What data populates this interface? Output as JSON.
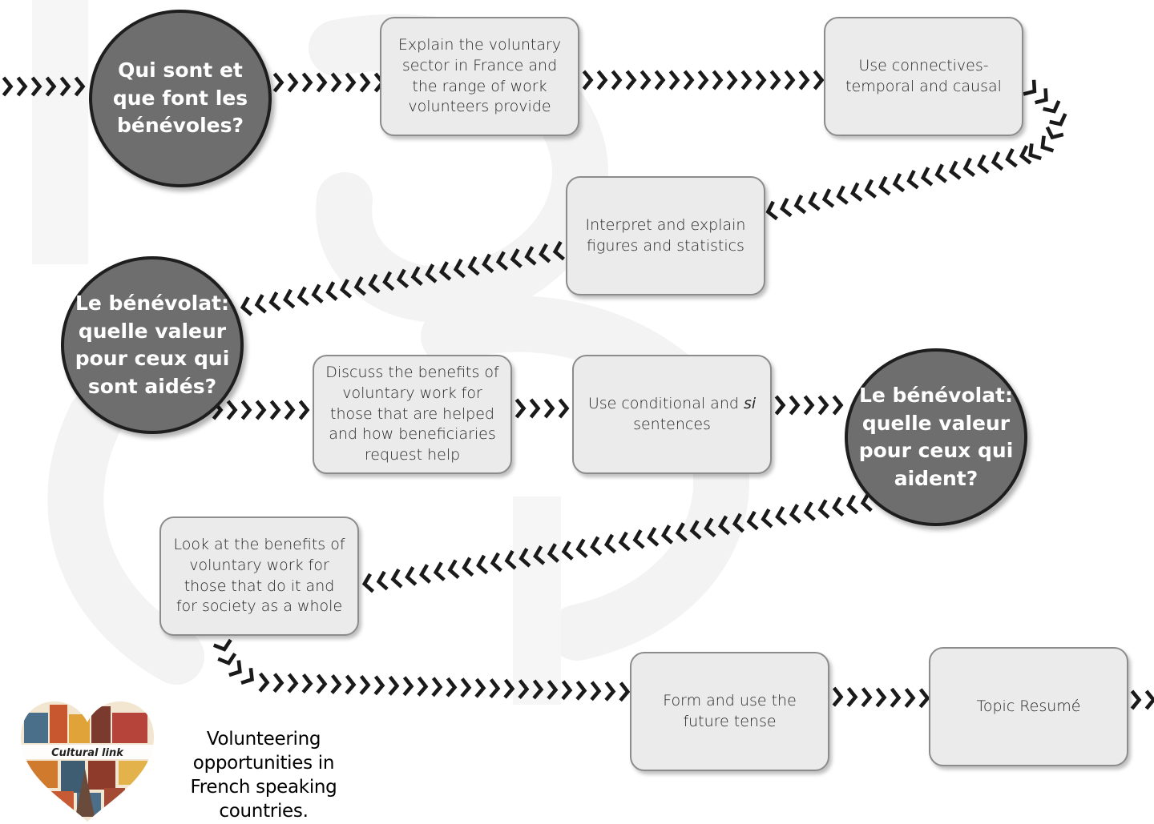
{
  "theme": {
    "chevron_color": "#1a1a1a",
    "box_fill": "#ebebeb",
    "box_border": "#8c8c8c",
    "circle_fill": "#6e6e6e",
    "circle_border": "#1e1e1e"
  },
  "circles": [
    {
      "id": "c1",
      "text": "Qui sont et\nque font les\nbénévoles?"
    },
    {
      "id": "c2",
      "text": "Le bénévolat:\nquelle valeur\npour ceux qui\nsont aidés?"
    },
    {
      "id": "c3",
      "text": "Le bénévolat:\nquelle valeur\npour ceux qui\naident?"
    }
  ],
  "boxes": {
    "explain_sector": "Explain the voluntary sector in France and the range of work volunteers provide",
    "connectives": "Use connectives- temporal and causal",
    "figures": "Interpret and explain figures and statistics",
    "benefits_helped": "Discuss the benefits of voluntary work for those that are helped and how beneficiaries request help",
    "conditional_pre": "Use conditional and ",
    "conditional_si": "si",
    "conditional_post": " sentences",
    "benefits_society": "Look at the benefits of voluntary work for those that do it and for society as a whole",
    "future_tense": "Form and use the future tense",
    "resume": "Topic Resumé"
  },
  "logo": {
    "icon": "heart-collage-cultural-link-logo",
    "text": "Cultural link"
  },
  "caption": "Volunteering opportunities in French speaking countries."
}
